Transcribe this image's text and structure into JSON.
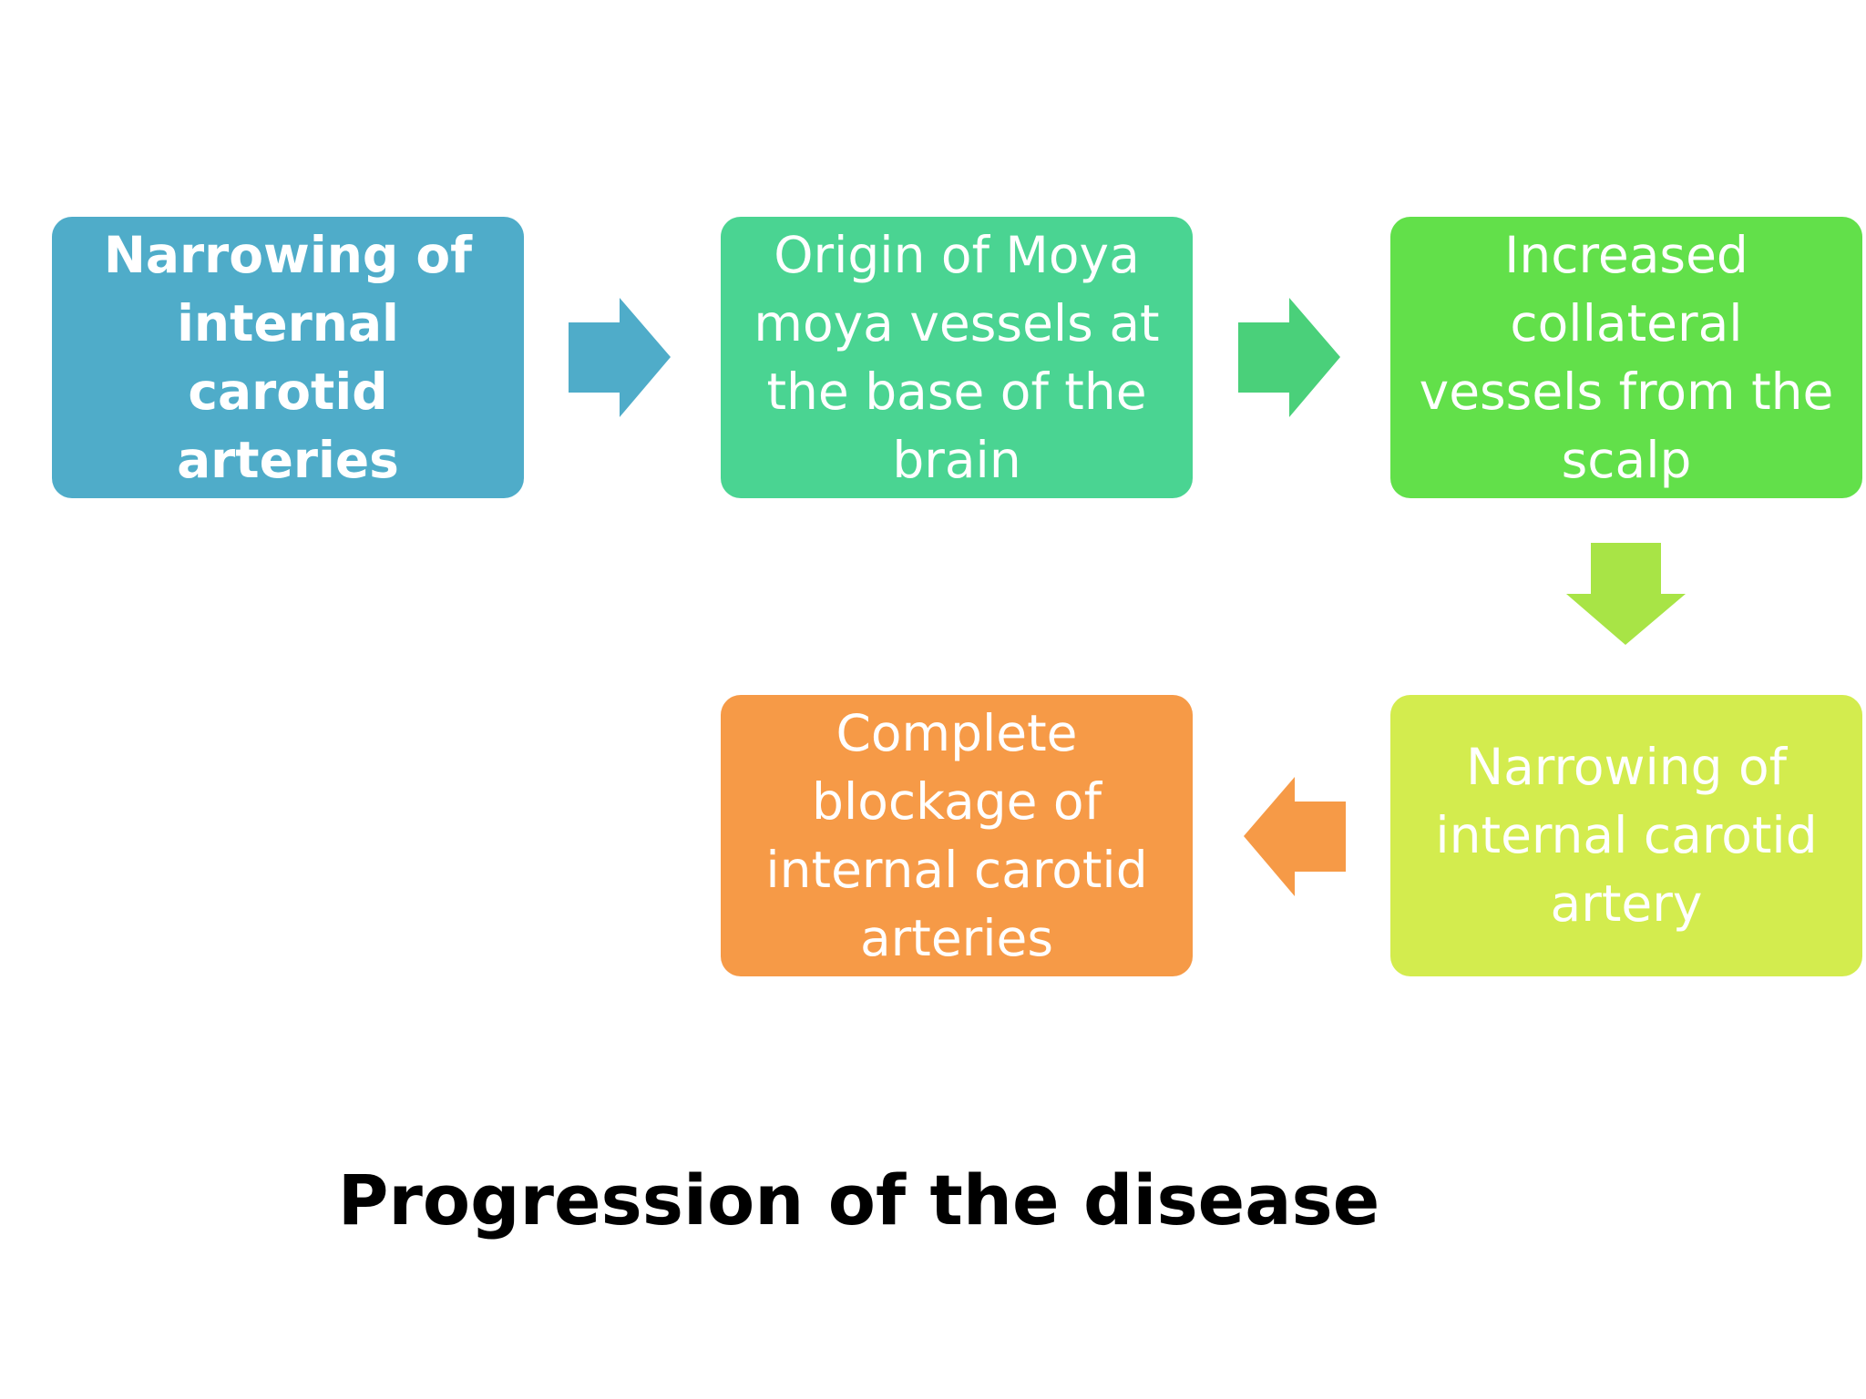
{
  "diagram": {
    "steps": [
      {
        "text": "Narrowing of internal carotid arteries",
        "color": "#4FACC9",
        "bold": true
      },
      {
        "text": "Origin of Moya moya vessels at the base of the brain",
        "color": "#4AD492",
        "bold": false
      },
      {
        "text": "Increased collateral vessels from the scalp",
        "color": "#62E04A",
        "bold": false
      },
      {
        "text": "Narrowing of internal carotid artery",
        "color": "#D3EC4E",
        "bold": false
      },
      {
        "text": "Complete blockage of internal carotid arteries",
        "color": "#F69A47",
        "bold": false
      }
    ],
    "arrows": [
      {
        "from": 1,
        "to": 2,
        "direction": "right",
        "color": "#4FACC9"
      },
      {
        "from": 2,
        "to": 3,
        "direction": "right",
        "color": "#4AD07A"
      },
      {
        "from": 3,
        "to": 4,
        "direction": "down",
        "color": "#A8E446"
      },
      {
        "from": 4,
        "to": 5,
        "direction": "left",
        "color": "#F69A47"
      }
    ]
  },
  "caption": "Progression of the disease"
}
